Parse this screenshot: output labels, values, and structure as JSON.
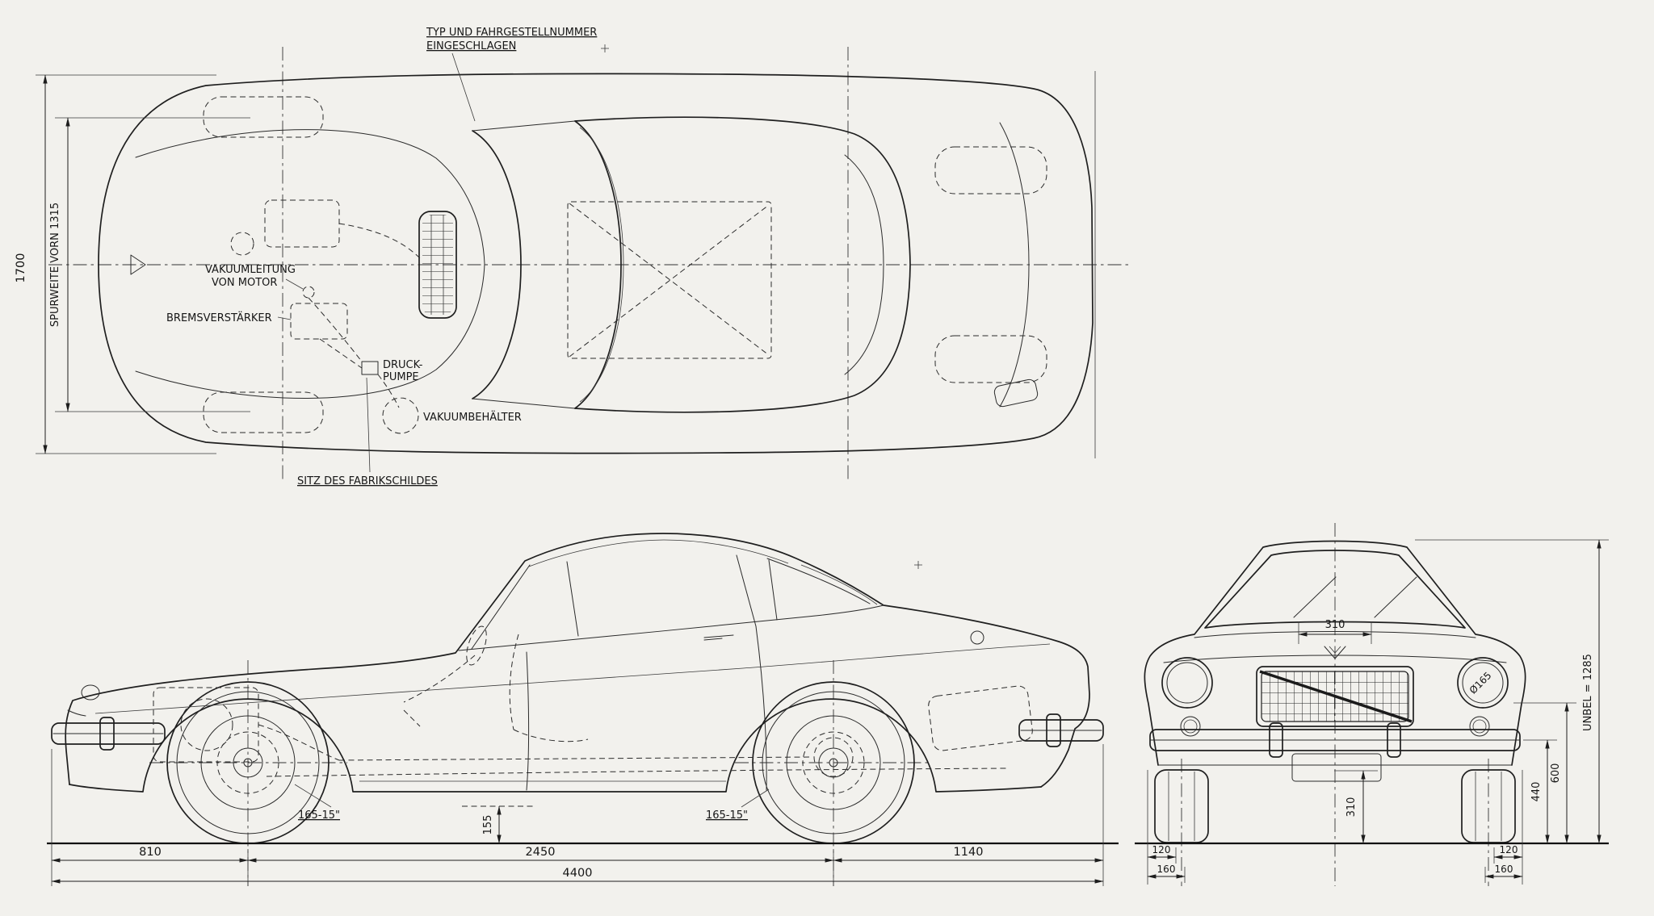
{
  "drawing": {
    "title": {
      "line1": "TYP UND FAHRGESTELLNUMMER",
      "line2": "EINGESCHLAGEN"
    },
    "top_view": {
      "overall_width": "1700",
      "front_track": "SPURWEITE VORN 1315",
      "vacuum_line_label_1": "VAKUUMLEITUNG",
      "vacuum_line_label_2": "VON MOTOR",
      "brake_booster_label": "BREMSVERSTÄRKER",
      "pump_label_1": "DRUCK-",
      "pump_label_2": "PUMPE",
      "vacuum_tank_label": "VAKUUMBEHÄLTER",
      "factory_plate_label": "SITZ DES FABRIKSCHILDES"
    },
    "side_view": {
      "front_tire_size": "165-15\"",
      "rear_tire_size": "165-15\"",
      "ground_clearance": "155",
      "front_overhang": "810",
      "wheelbase": "2450",
      "rear_overhang": "1140",
      "overall_length": "4400"
    },
    "front_view": {
      "upper_width": "310",
      "lower_height": "310",
      "bumper_height": "440",
      "lamp_height": "600",
      "unladen_height": "UNBEL = 1285",
      "left_offset_upper": "120",
      "left_offset_lower": "160",
      "right_offset_upper": "120",
      "right_offset_lower": "160",
      "headlamp_diameter": "Ø165"
    }
  }
}
